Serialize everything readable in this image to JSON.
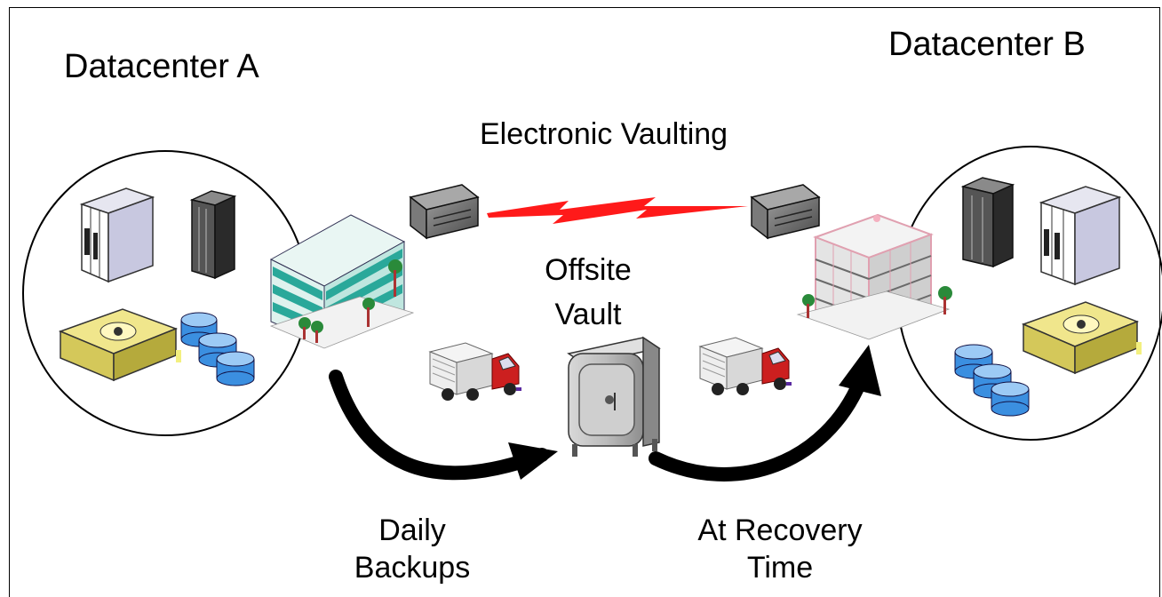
{
  "diagram": {
    "datacenter_a": "Datacenter A",
    "datacenter_b": "Datacenter B",
    "electronic_vaulting": "Electronic Vaulting",
    "offsite_vault_line1": "Offsite",
    "offsite_vault_line2": "Vault",
    "daily_backups_line1": "Daily",
    "daily_backups_line2": "Backups",
    "at_recovery_line1": "At Recovery",
    "at_recovery_line2": "Time"
  }
}
